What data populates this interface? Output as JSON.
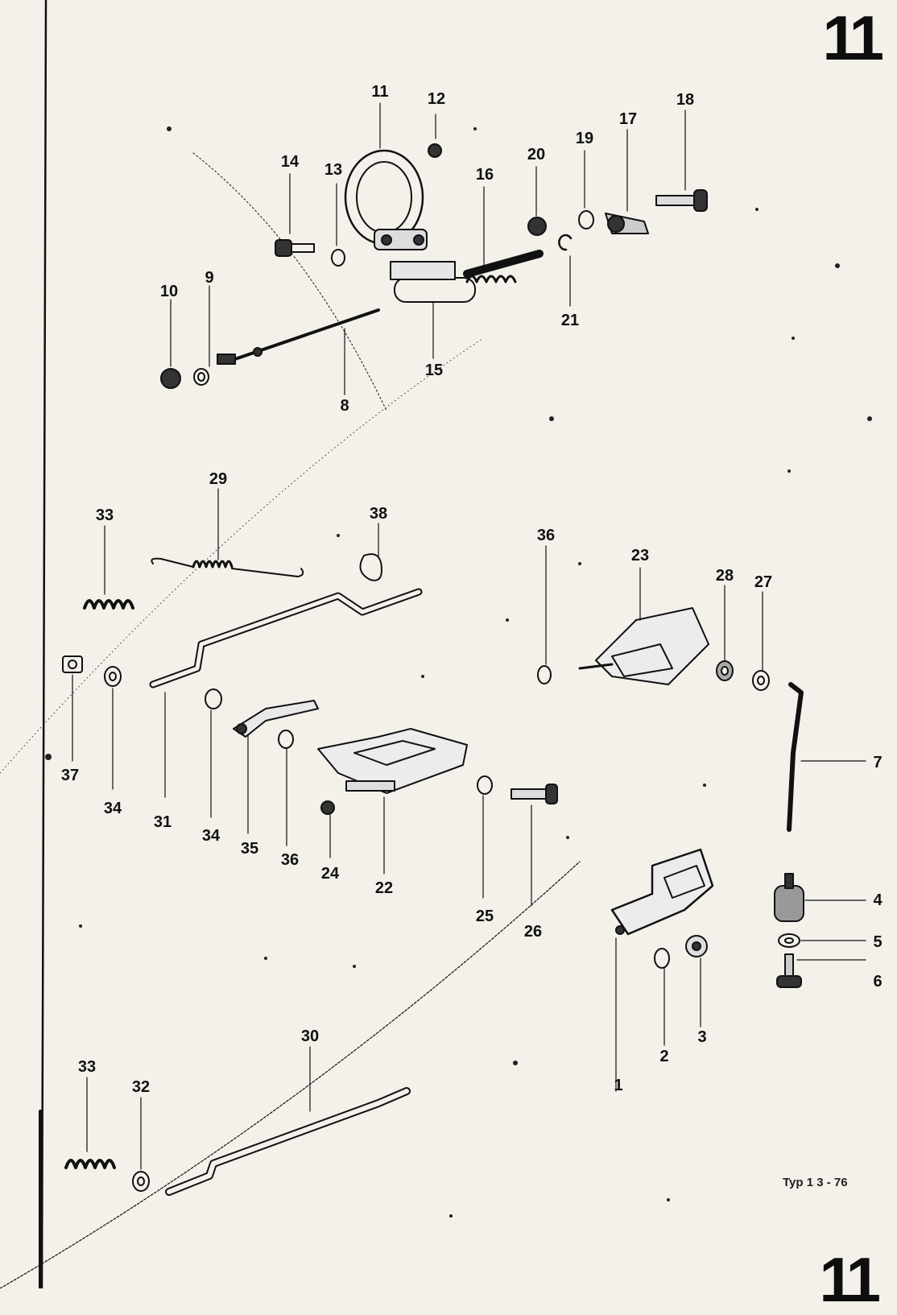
{
  "page": {
    "group_number": "11",
    "type_label": "Typ 1  3 - 76"
  },
  "callouts": [
    {
      "n": "1"
    },
    {
      "n": "2"
    },
    {
      "n": "3"
    },
    {
      "n": "4"
    },
    {
      "n": "5"
    },
    {
      "n": "6"
    },
    {
      "n": "7"
    },
    {
      "n": "8"
    },
    {
      "n": "9"
    },
    {
      "n": "10"
    },
    {
      "n": "11"
    },
    {
      "n": "12"
    },
    {
      "n": "13"
    },
    {
      "n": "14"
    },
    {
      "n": "15"
    },
    {
      "n": "16"
    },
    {
      "n": "17"
    },
    {
      "n": "18"
    },
    {
      "n": "19"
    },
    {
      "n": "20"
    },
    {
      "n": "21"
    },
    {
      "n": "22"
    },
    {
      "n": "23"
    },
    {
      "n": "24"
    },
    {
      "n": "25"
    },
    {
      "n": "26"
    },
    {
      "n": "27"
    },
    {
      "n": "28"
    },
    {
      "n": "29"
    },
    {
      "n": "30"
    },
    {
      "n": "31"
    },
    {
      "n": "32"
    },
    {
      "n": "33"
    },
    {
      "n": "33"
    },
    {
      "n": "34"
    },
    {
      "n": "34"
    },
    {
      "n": "35"
    },
    {
      "n": "36"
    },
    {
      "n": "36"
    },
    {
      "n": "36"
    },
    {
      "n": "37"
    },
    {
      "n": "38"
    }
  ]
}
